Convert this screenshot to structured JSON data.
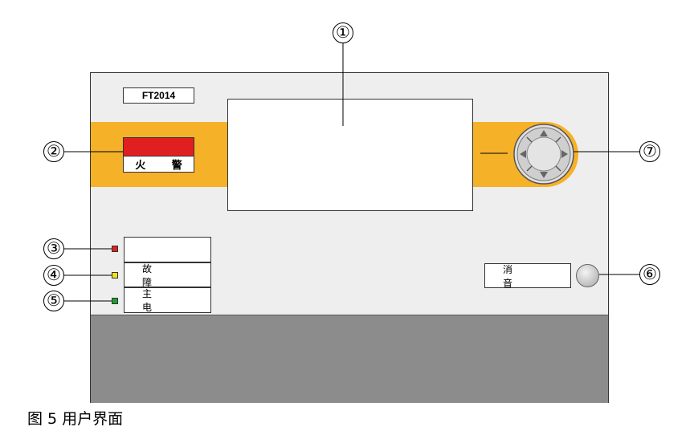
{
  "panel": {
    "model": "FT2014",
    "fire_label": "火 警",
    "fault_label": "故 障",
    "power_label": "主 电",
    "silence_label": "消 音"
  },
  "indicators": {
    "colors": {
      "fire": "#e02020",
      "fault": "#f2e21a",
      "power": "#1aa02a",
      "stripe": "#f5b128"
    }
  },
  "callouts": [
    "①",
    "②",
    "③",
    "④",
    "⑤",
    "⑥",
    "⑦"
  ],
  "caption": "图 5 用户界面",
  "icons": [
    "direction-keypad-icon",
    "silence-button-icon"
  ]
}
